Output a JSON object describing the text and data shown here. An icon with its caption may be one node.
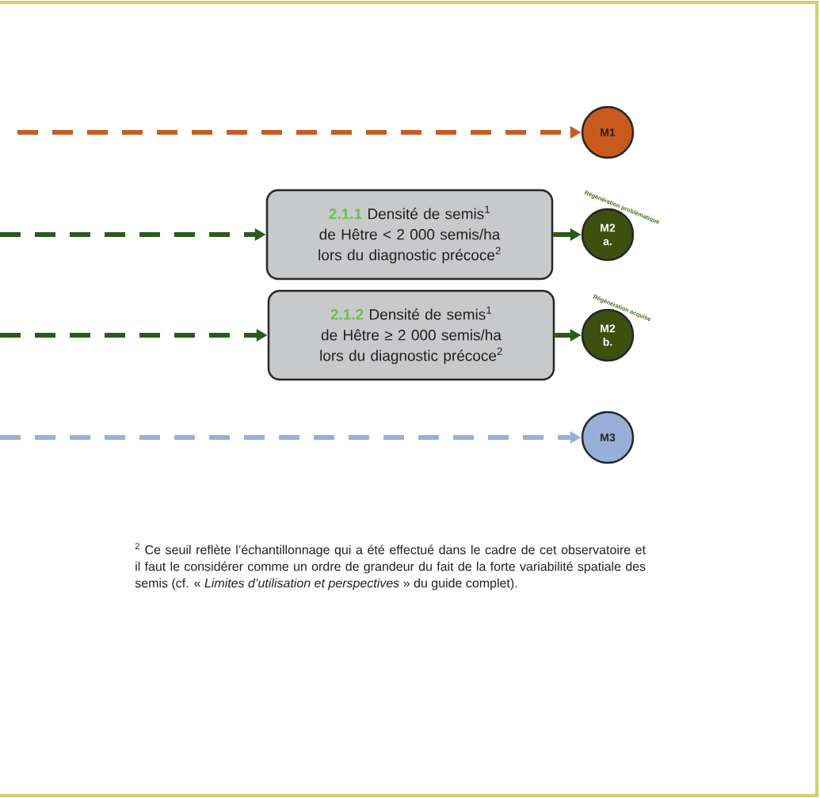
{
  "diagram": {
    "nodes": [
      {
        "text": [
          "M1"
        ]
      },
      {
        "text": [
          "2.1.1",
          "Densité de semis$^{1}$ de Hêtre < 2 000 semis/ha lors du diagnostic précoce$^{2}$"
        ]
      },
      {
        "text": [
          "M2 a."
        ],
        "beside": [
          "Régénération problématique"
        ]
      },
      {
        "text": [
          "2.1.2",
          "Densité de semis$^{1}$ de Hêtre ≥ 2 000 semis/ha lors du diagnostic précoce$^{2}$"
        ]
      },
      {
        "text": [
          "M2 b."
        ],
        "beside": [
          "Régénération acquise"
        ]
      },
      {
        "text": [
          "M3"
        ]
      }
    ],
    "edges": [
      {
        "from": null,
        "to": 0,
        "arrow": "to",
        "style": "dashed",
        "color": "#c85d23"
      },
      {
        "from": null,
        "to": 1,
        "arrow": "to",
        "style": "dashed"
      },
      {
        "from": 1,
        "to": 2,
        "arrow": "to"
      },
      {
        "from": null,
        "to": 3,
        "arrow": "to",
        "style": "dashed"
      },
      {
        "from": 3,
        "to": 4,
        "arrow": "to"
      },
      {
        "from": null,
        "to": 5,
        "arrow": "to",
        "style": "dashed",
        "color": "#98b0d8"
      }
    ],
    "labels": [
      "$^{2}$ Ce seuil reflète l’échantillonnage qui a été effectué dans le cadre de cet observatoire et il faut le considérer comme un ordre de grandeur du fait de la forte variabilité spatiale des semis (cf. « *Limites d’utilisation et perspectives* » du guide complet)."
    ]
  }
}
